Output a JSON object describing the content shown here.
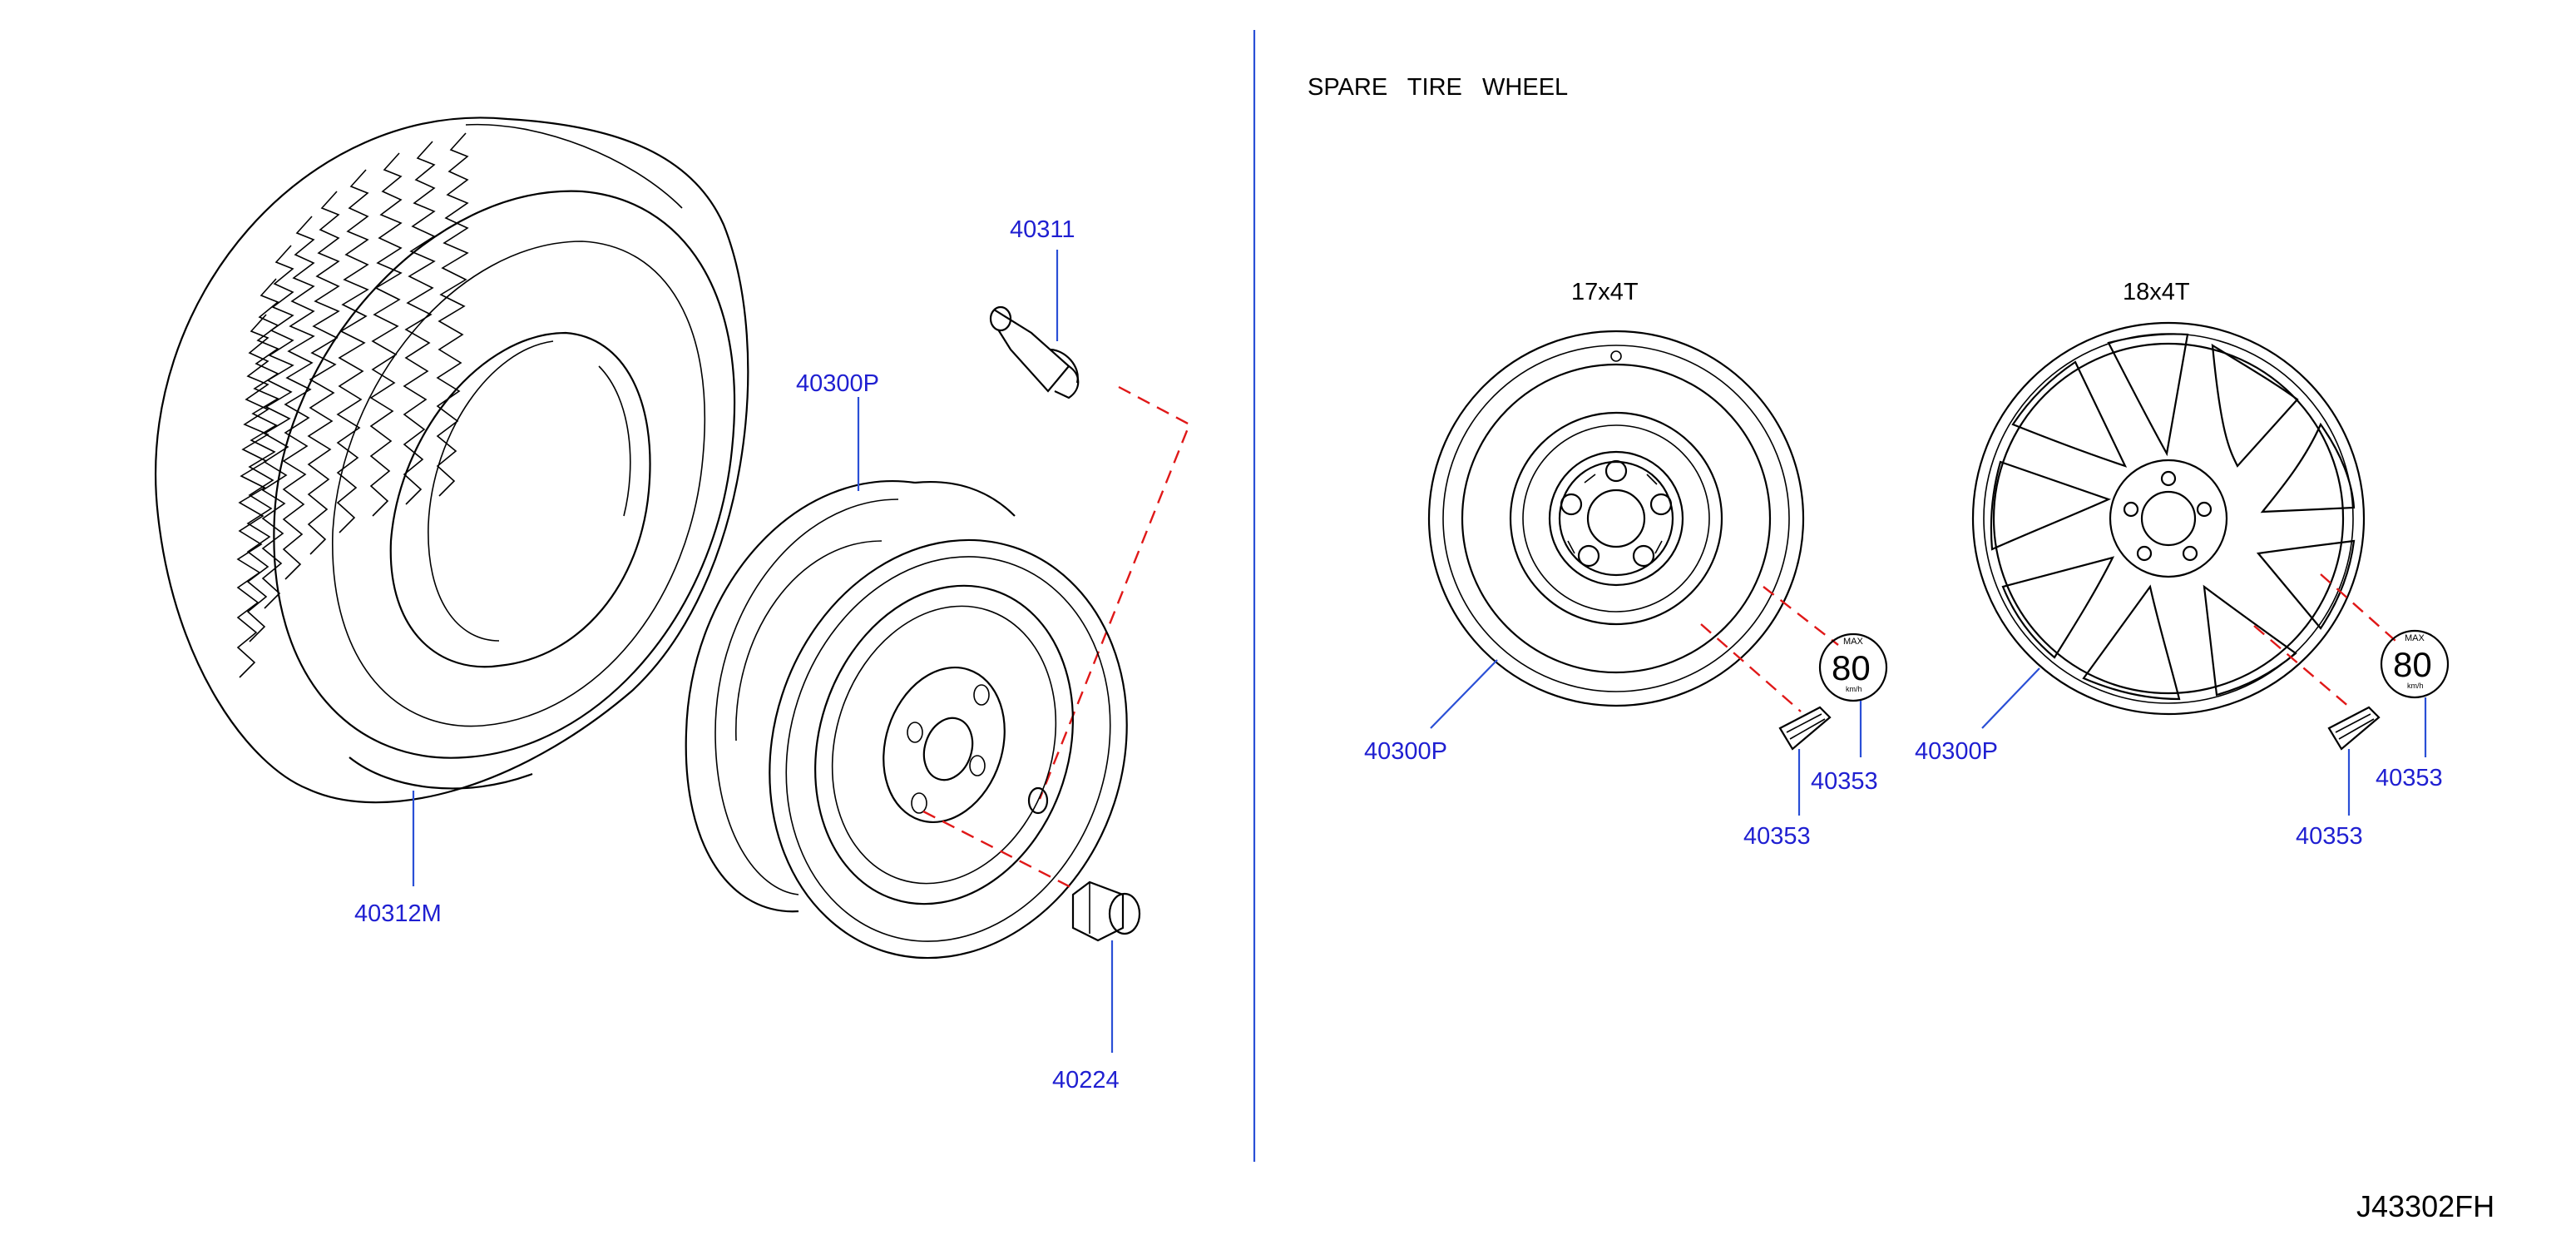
{
  "section_title": "SPARE   TIRE   WHEEL",
  "diagram_code": "J43302FH",
  "wheel_sizes": {
    "left": "17x4T",
    "right": "18x4T"
  },
  "speed_badge": {
    "max": "MAX",
    "value": "80",
    "unit": "km/h"
  },
  "parts": {
    "tire": "40312M",
    "valve": "40311",
    "wheel_exploded": "40300P",
    "nut": "40224",
    "wheel_17": "40300P",
    "label_17_round": "40353",
    "label_17_flag": "40353",
    "wheel_18": "40300P",
    "label_18_round": "40353",
    "label_18_flag": "40353"
  },
  "colors": {
    "callout": "#1f1fd1",
    "leader": "#2a4fd6",
    "assembly_line": "#e01818"
  }
}
